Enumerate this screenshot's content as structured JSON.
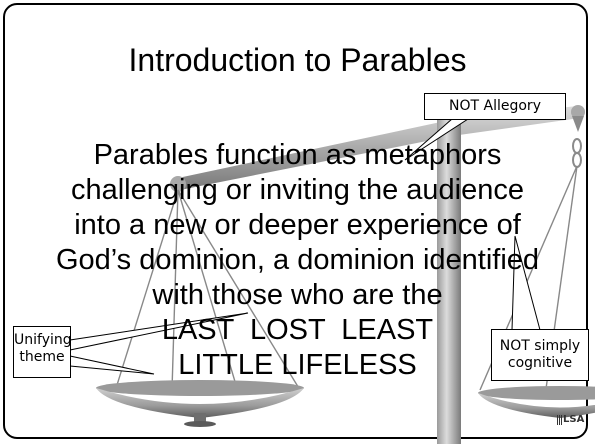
{
  "slide": {
    "title": "Introduction to Parables",
    "body_lines": [
      "Parables function as metaphors",
      "challenging or inviting the audience",
      "into a new or deeper experience of",
      "God’s dominion, a dominion identified",
      "with those who are the",
      "LAST  LOST  LEAST",
      "LITTLE LIFELESS"
    ]
  },
  "callouts": {
    "allegory": "NOT Allegory",
    "cognitive_line1": "NOT simply",
    "cognitive_line2": "cognitive",
    "theme_line1": "Unifying",
    "theme_line2": "theme"
  },
  "logo": {
    "text": "LSA"
  },
  "colors": {
    "background": "#ffffff",
    "text": "#000000",
    "scale_metal_light": "#c8c8c8",
    "scale_metal_dark": "#6e6e6e"
  }
}
